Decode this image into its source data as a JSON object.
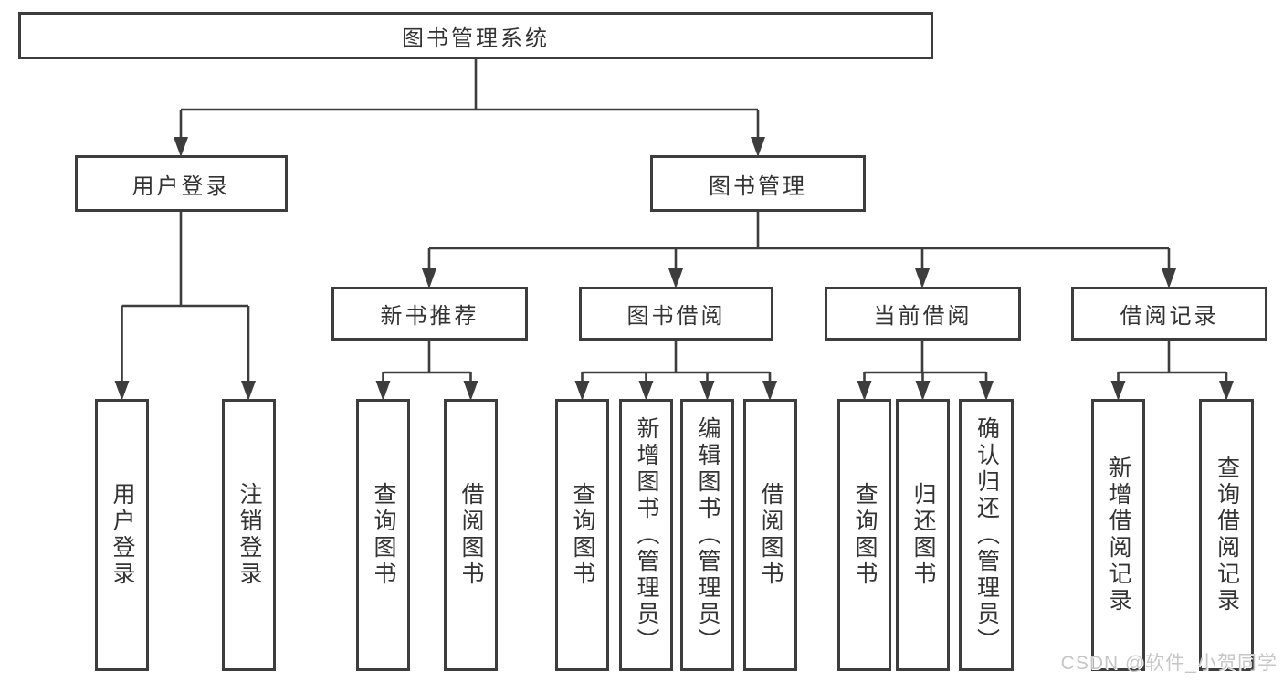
{
  "diagram": {
    "tree": {
      "label": "图书管理系统",
      "children": [
        {
          "label": "用户登录",
          "children": [
            {
              "label": "用户登录"
            },
            {
              "label": "注销登录"
            }
          ]
        },
        {
          "label": "图书管理",
          "children": [
            {
              "label": "新书推荐",
              "children": [
                {
                  "label": "查询图书"
                },
                {
                  "label": "借阅图书"
                }
              ]
            },
            {
              "label": "图书借阅",
              "children": [
                {
                  "label": "查询图书"
                },
                {
                  "label": "新增图书（管理员）"
                },
                {
                  "label": "编辑图书（管理员）"
                },
                {
                  "label": "借阅图书"
                }
              ]
            },
            {
              "label": "当前借阅",
              "children": [
                {
                  "label": "查询图书"
                },
                {
                  "label": "归还图书"
                },
                {
                  "label": "确认归还（管理员）"
                }
              ]
            },
            {
              "label": "借阅记录",
              "children": [
                {
                  "label": "新增借阅记录"
                },
                {
                  "label": "查询借阅记录"
                }
              ]
            }
          ]
        }
      ]
    },
    "watermark": "CSDN @软件_小贺同学",
    "colors": {
      "line": "#3d3d3d",
      "text": "#333333",
      "background": "#ffffff",
      "watermark": "#c6c6c6"
    }
  }
}
